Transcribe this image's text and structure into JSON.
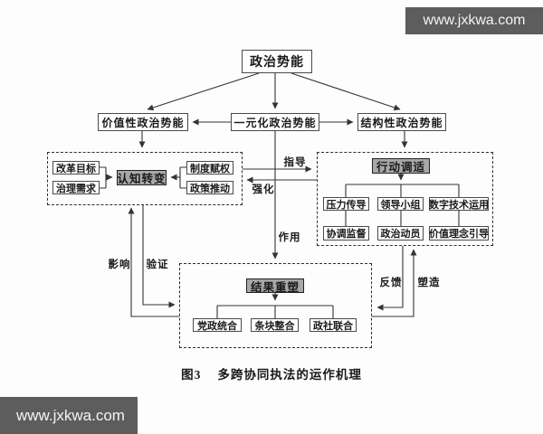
{
  "watermark": {
    "text": "www.jxkwa.com"
  },
  "caption": {
    "figure": "图3",
    "title": "多跨协同执法的运作机理"
  },
  "diagram": {
    "top": {
      "label": "政治势能"
    },
    "level2": [
      "价值性政治势能",
      "一元化政治势能",
      "结构性政治势能"
    ],
    "cognition": {
      "inputs": [
        "改革目标",
        "治理需求"
      ],
      "core": "认知转变",
      "drivers": [
        "制度赋权",
        "政策推动"
      ]
    },
    "action": {
      "core": "行动调适",
      "row1": [
        "压力传导",
        "领导小组",
        "数字技术运用"
      ],
      "row2": [
        "协调监督",
        "政治动员",
        "价值理念引导"
      ]
    },
    "result": {
      "core": "结果重塑",
      "items": [
        "党政统合",
        "条块整合",
        "政社联合"
      ]
    },
    "edge_labels": {
      "guide": "指导",
      "strengthen": "强化",
      "effect": "作用",
      "influence": "影响",
      "verify": "验证",
      "feedback": "反馈",
      "shape": "塑造"
    }
  },
  "colors": {
    "highlight_fill": "#a8a8a8",
    "watermark_bg": "#5d5d5d",
    "line": "#333333",
    "background": "#fdfdfd"
  }
}
